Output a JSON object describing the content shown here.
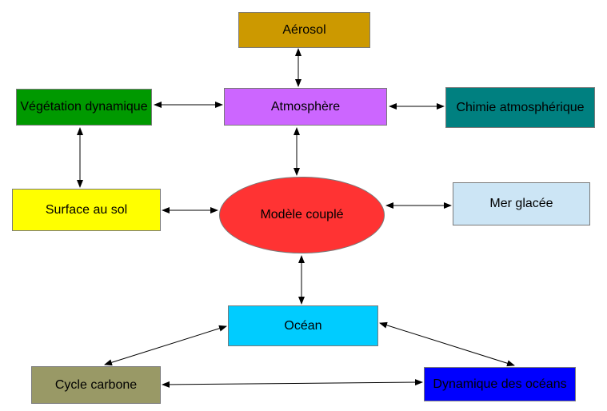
{
  "nodes": {
    "aerosol": {
      "label": "Aérosol",
      "color": "#cc9900"
    },
    "atmosphere": {
      "label": "Atmosphère",
      "color": "#cc66ff"
    },
    "vegetation": {
      "label": "Végétation dynamique",
      "color": "#009900"
    },
    "chimie": {
      "label": "Chimie atmosphérique",
      "color": "#008080"
    },
    "surface": {
      "label": "Surface au sol",
      "color": "#ffff00"
    },
    "modele": {
      "label": "Modèle couplé",
      "color": "#ff3333"
    },
    "mer": {
      "label": "Mer glacée",
      "color": "#cce5f5"
    },
    "ocean": {
      "label": "Océan",
      "color": "#00ccff"
    },
    "cycle": {
      "label": "Cycle carbone",
      "color": "#999966"
    },
    "dynamique": {
      "label": "Dynamique des océans",
      "color": "#0000ff"
    }
  },
  "edges": [
    [
      "aerosol",
      "atmosphere"
    ],
    [
      "vegetation",
      "atmosphere"
    ],
    [
      "atmosphere",
      "chimie"
    ],
    [
      "vegetation",
      "surface"
    ],
    [
      "atmosphere",
      "modele"
    ],
    [
      "surface",
      "modele"
    ],
    [
      "modele",
      "mer"
    ],
    [
      "modele",
      "ocean"
    ],
    [
      "ocean",
      "cycle"
    ],
    [
      "ocean",
      "dynamique"
    ],
    [
      "cycle",
      "dynamique"
    ]
  ]
}
